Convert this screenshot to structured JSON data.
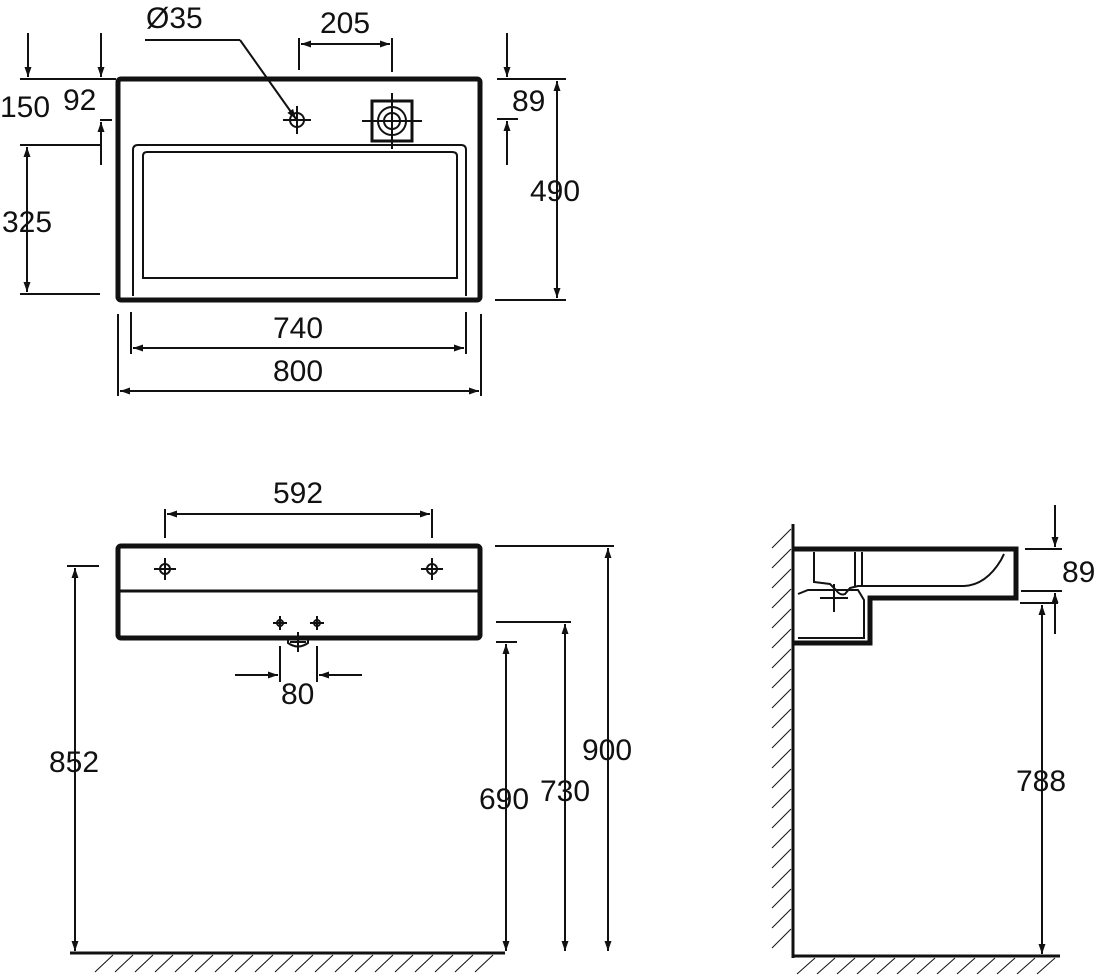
{
  "top_view": {
    "hole_diameter": "Ø35",
    "hole_offset": "205",
    "left_outer": "150",
    "left_inner": "92",
    "right_small": "89",
    "depth": "490",
    "bowl_depth": "325",
    "inner_width": "740",
    "outer_width": "800"
  },
  "front_view": {
    "bracket_spacing": "592",
    "drain_width": "80",
    "height_left": "852",
    "height_690": "690",
    "height_730": "730",
    "height_900": "900"
  },
  "side_view": {
    "thickness": "89",
    "height": "788"
  },
  "colors": {
    "line": "#111111",
    "background": "#ffffff"
  }
}
